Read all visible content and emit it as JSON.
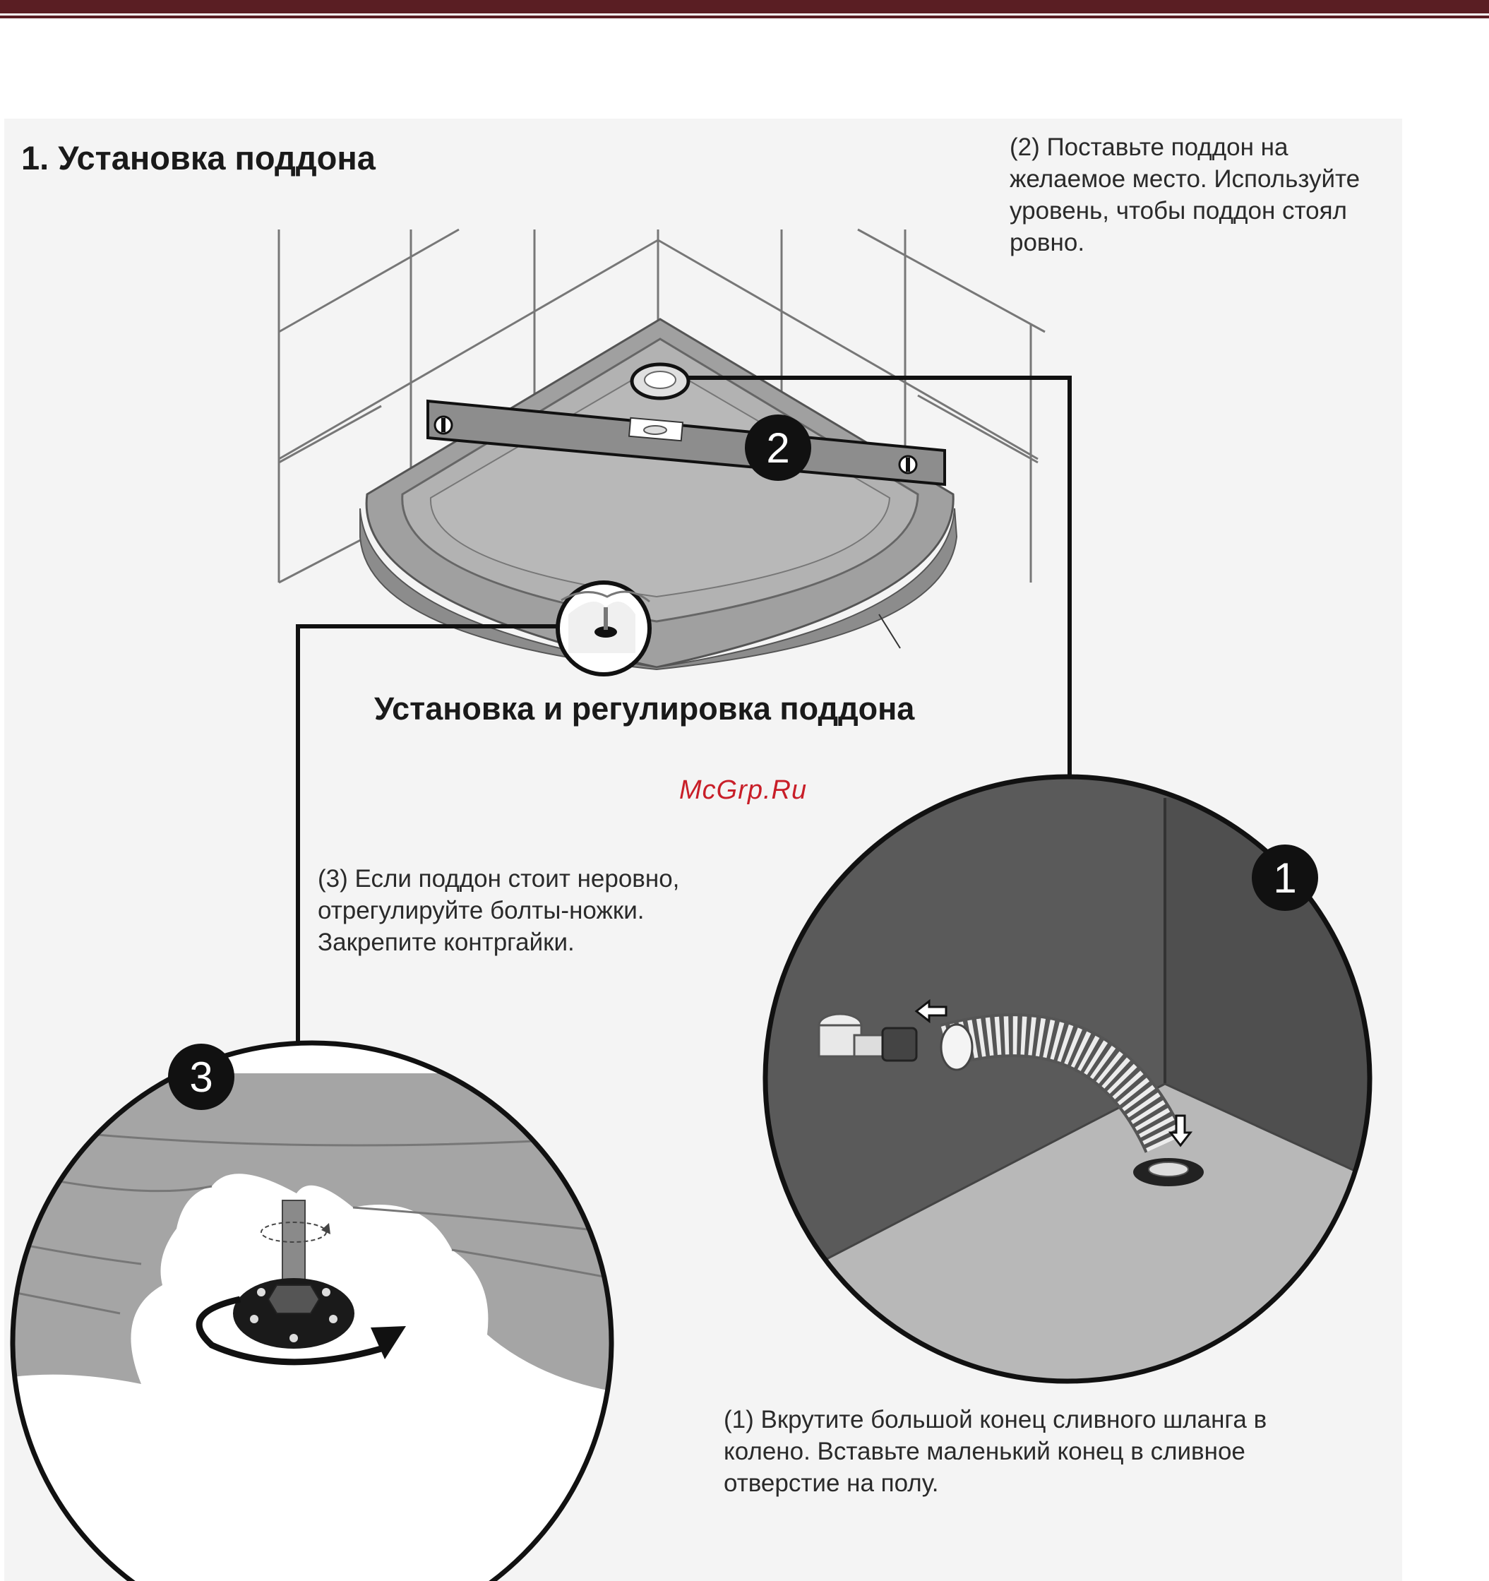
{
  "title": "1. Установка поддона",
  "subtitle": "Установка и регулировка поддона",
  "watermark": "McGrp.Ru",
  "steps": {
    "step2": "(2) Поставьте поддон на желаемое место. Используйте уровень, чтобы поддон стоял ровно.",
    "step3": "(3) Если поддон стоит неровно, отрегулируйте болты-ножки. Закрепите контргайки.",
    "step1": "(1) Вкрутите большой конец сливного шланга в колено. Вставьте маленький конец в сливное отверстие на полу."
  },
  "badges": {
    "one": "1",
    "two": "2",
    "three": "3"
  },
  "colors": {
    "rule": "#5a1e23",
    "watermark": "#c81e28",
    "tray": "#9a9a9a",
    "dark": "#555555"
  },
  "icons": [
    "spirit-level-icon",
    "drain-hose-icon",
    "adjustable-foot-icon",
    "rotate-arrow-icon",
    "arrow-left-icon",
    "arrow-down-icon"
  ]
}
